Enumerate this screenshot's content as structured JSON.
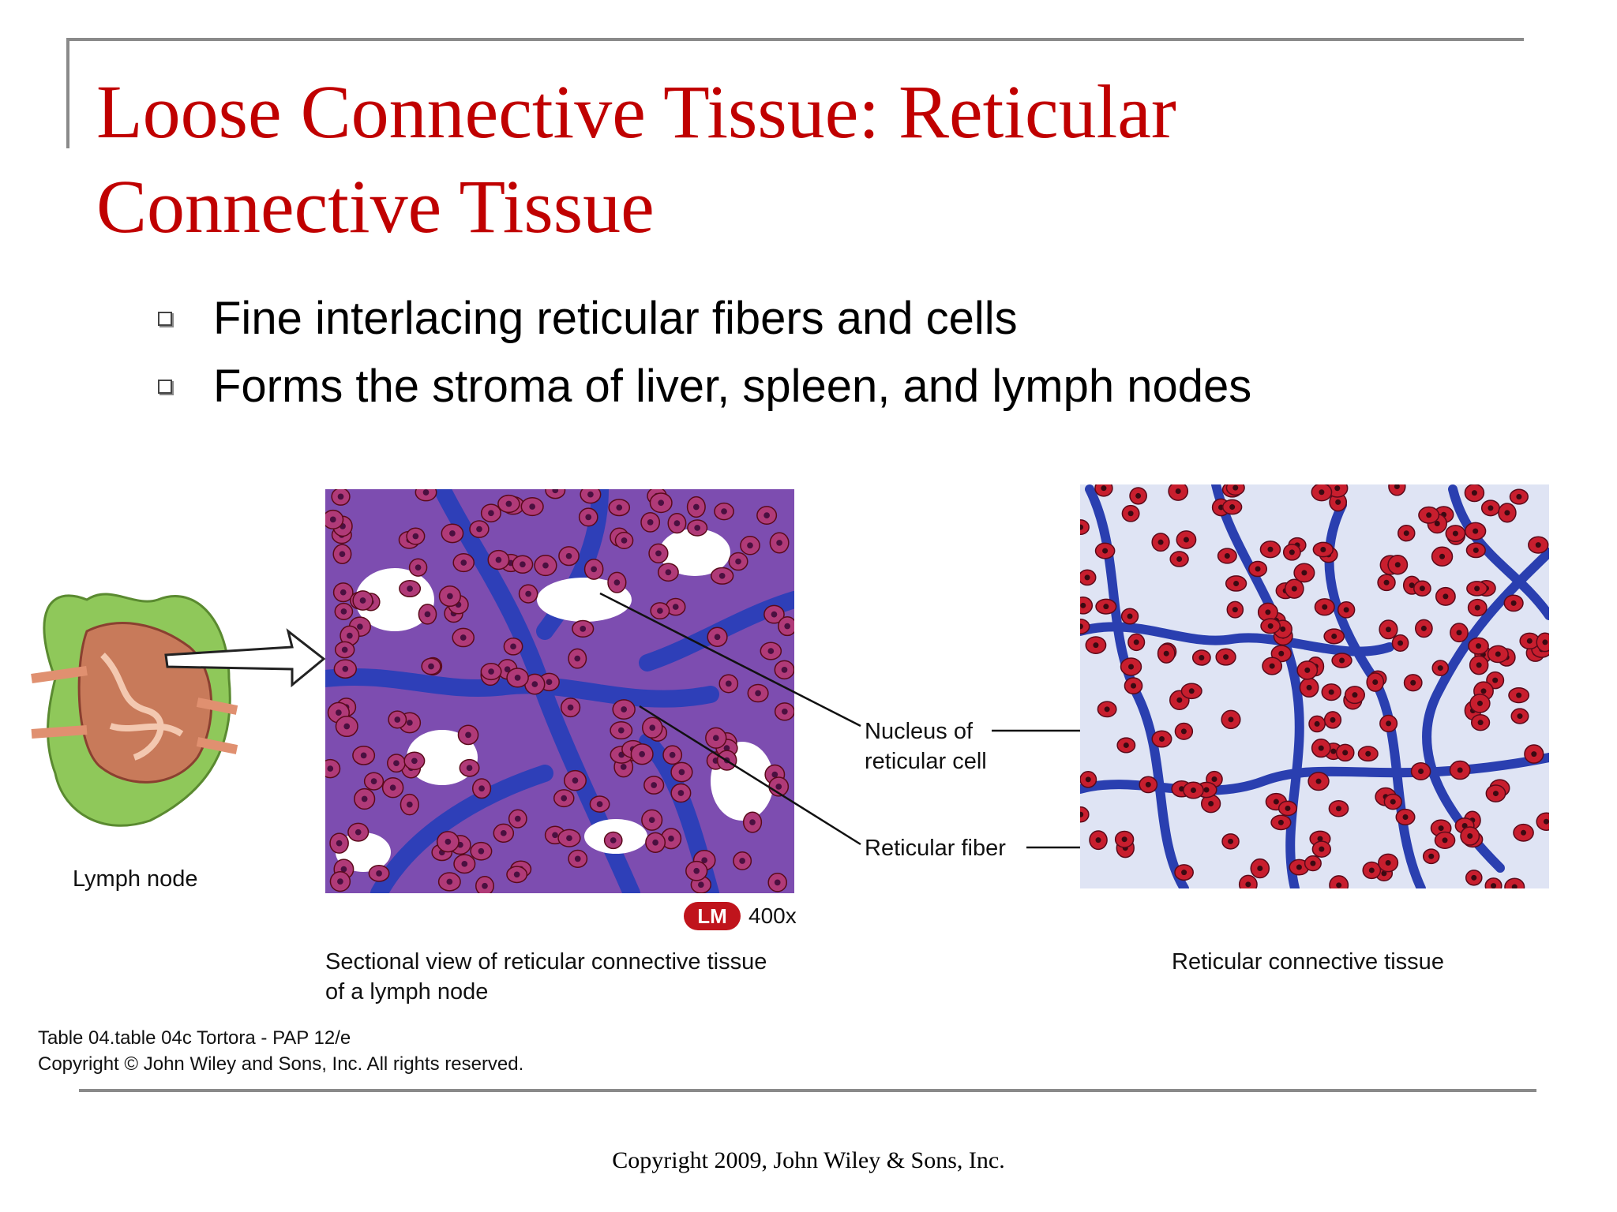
{
  "slide": {
    "title": "Loose Connective Tissue:  Reticular Connective Tissue",
    "bullets": [
      "Fine interlacing reticular fibers and cells",
      "Forms the stroma of liver, spleen, and lymph nodes"
    ],
    "footer": "Copyright 2009, John Wiley & Sons, Inc."
  },
  "figure": {
    "lymph_node_label": "Lymph node",
    "micrograph_caption": "Sectional view of reticular connective tissue of a lymph node",
    "micrograph_caption_line1": "Sectional view of reticular connective tissue",
    "micrograph_caption_line2": "of a lymph node",
    "lm_badge": "LM",
    "magnification": "400x",
    "callout_nucleus_line1": "Nucleus of",
    "callout_nucleus_line2": "reticular cell",
    "callout_fiber": "Reticular fiber",
    "illustration_caption": "Reticular connective tissue",
    "source_line1": "Table 04.table 04c  Tortora - PAP 12/e",
    "source_line2": "Copyright © John Wiley and Sons, Inc. All rights reserved."
  },
  "colors": {
    "title": "#c00000",
    "fiber": "#2a3fb0",
    "cell": "#c81e2e",
    "frame": "#8a8a8a"
  }
}
